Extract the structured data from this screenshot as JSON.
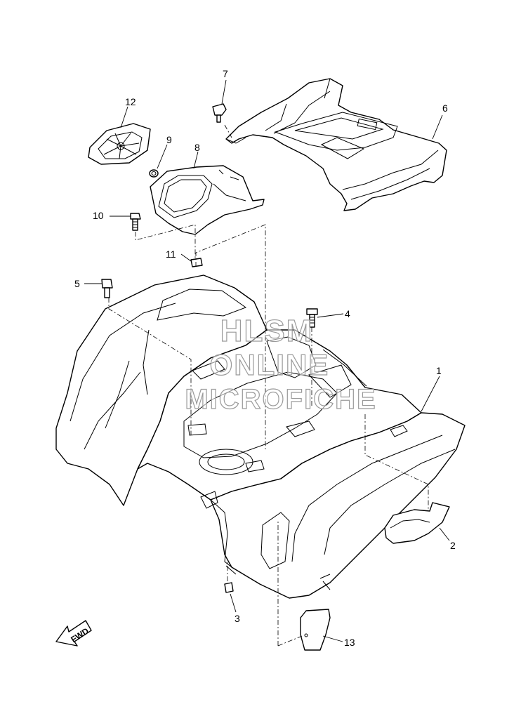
{
  "callouts": [
    {
      "id": "1",
      "label": "1"
    },
    {
      "id": "2",
      "label": "2"
    },
    {
      "id": "3",
      "label": "3"
    },
    {
      "id": "4",
      "label": "4"
    },
    {
      "id": "5",
      "label": "5"
    },
    {
      "id": "6",
      "label": "6"
    },
    {
      "id": "7",
      "label": "7"
    },
    {
      "id": "8",
      "label": "8"
    },
    {
      "id": "9",
      "label": "9"
    },
    {
      "id": "10",
      "label": "10"
    },
    {
      "id": "11",
      "label": "11"
    },
    {
      "id": "12",
      "label": "12"
    },
    {
      "id": "13",
      "label": "13"
    }
  ],
  "watermark": {
    "line1": "HLSM",
    "line2": "ONLINE",
    "line3": "MICROFICHE"
  },
  "fwd_arrow": {
    "label": "FWD",
    "icon": "fwd-arrow-icon"
  },
  "colors": {
    "line": "#000000",
    "background": "#ffffff",
    "watermark": "#9a9a9a"
  }
}
